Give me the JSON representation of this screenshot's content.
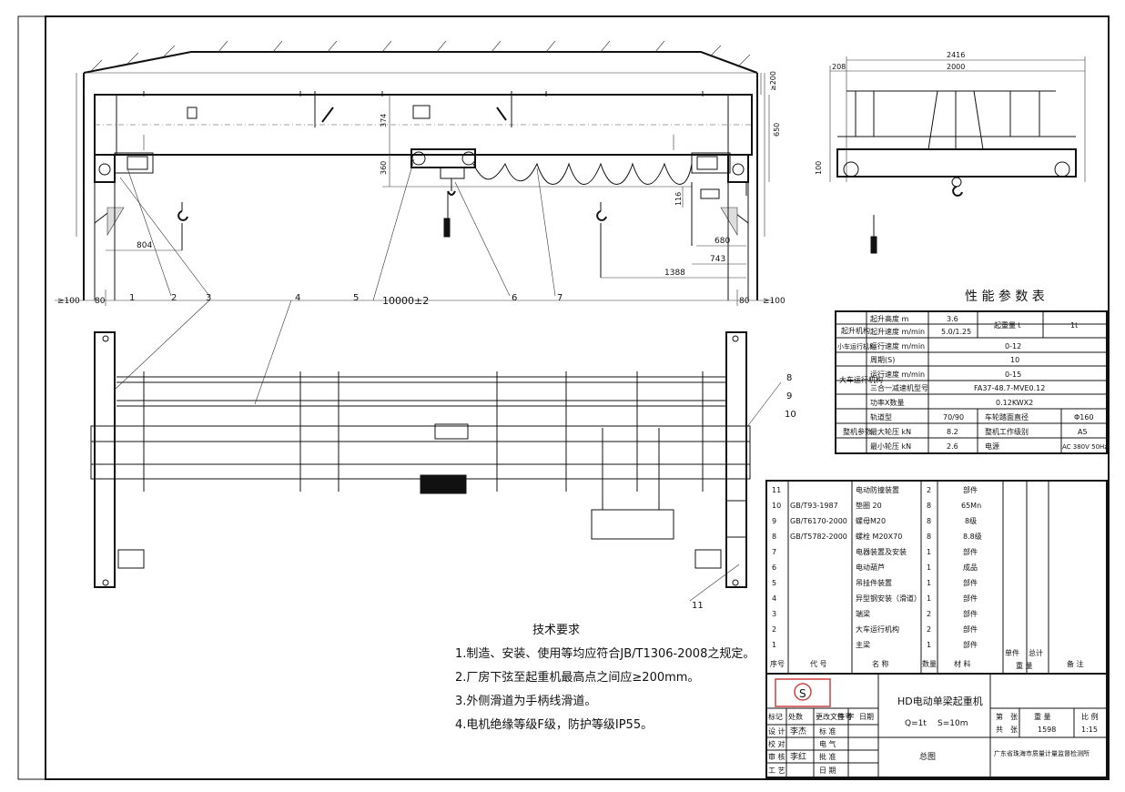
{
  "drawing": {
    "title": "HD电动单梁起重机",
    "params_line": "Q=1t",
    "span_line": "S=10m",
    "drawing_type": "总图",
    "organization": "广东省珠海市质量计量监督检测所",
    "sheet_label_1": "第",
    "sheet_label_2": "张",
    "weight_label": "重 量",
    "scale_label": "比 例",
    "total_label": "共",
    "total_unit": "张",
    "weight_value": "1598",
    "scale_value": "1:15",
    "stamp_text": "S",
    "signature_design": "李杰",
    "signature_review": "李红"
  },
  "dims": {
    "span": "10000±2",
    "left_clear": "≥100",
    "right_clear": "≥100",
    "left_80": "80",
    "right_80": "80",
    "d804": "804",
    "d680": "680",
    "d743": "743",
    "d1388": "1388",
    "d116": "116",
    "d374": "374",
    "d360": "360",
    "d650": "650",
    "d200": "≥200",
    "side_2416": "2416",
    "side_2000": "2000",
    "side_208": "208",
    "side_100": "100"
  },
  "callouts": [
    "1",
    "2",
    "3",
    "4",
    "5",
    "6",
    "7",
    "8",
    "9",
    "10",
    "11"
  ],
  "perf_table": {
    "title": "性 能 参 数 表",
    "rows": [
      {
        "group": "起升机构",
        "item": "起升高度 m",
        "value": "3.6",
        "k2": "起重量 t",
        "v2": "1t"
      },
      {
        "group": "",
        "item": "起升速度 m/min",
        "value": "5.0/1.25",
        "k2": "",
        "v2": ""
      },
      {
        "group": "小车运行机构",
        "item": "运行速度 m/min",
        "value": "0-12",
        "k2": "",
        "v2": ""
      },
      {
        "group": "大车运行机构",
        "item": "周期(S)",
        "value": "10",
        "k2": "",
        "v2": ""
      },
      {
        "group": "",
        "item": "运行速度 m/min",
        "value": "0-15",
        "k2": "",
        "v2": ""
      },
      {
        "group": "",
        "item": "三合一减速机型号",
        "value": "FA37-48.7-MVE0.12",
        "k2": "",
        "v2": ""
      },
      {
        "group": "",
        "item": "功率X数量",
        "value": "0.12KWX2",
        "k2": "",
        "v2": ""
      },
      {
        "group": "整机参数",
        "item": "轨道型",
        "value": "70/90",
        "k2": "车轮踏面直径",
        "v2": "Φ160"
      },
      {
        "group": "",
        "item": "最大轮压 kN",
        "value": "8.2",
        "k2": "整机工作级别",
        "v2": "A5"
      },
      {
        "group": "",
        "item": "最小轮压 kN",
        "value": "2.6",
        "k2": "电源",
        "v2": "AC 380V 50Hz"
      }
    ]
  },
  "parts": {
    "header": {
      "no": "序号",
      "code": "代 号",
      "name": "名 称",
      "qty": "数量",
      "material": "材 料",
      "unit_weight": "单件",
      "total_weight": "总计",
      "weight": "重 量",
      "remark": "备 注"
    },
    "rows": [
      {
        "no": "11",
        "code": "",
        "name": "电动防撞装置",
        "qty": "2",
        "material": "部件"
      },
      {
        "no": "10",
        "code": "GB/T93-1987",
        "name": "垫圈 20",
        "qty": "8",
        "material": "65Mn"
      },
      {
        "no": "9",
        "code": "GB/T6170-2000",
        "name": "螺母M20",
        "qty": "8",
        "material": "8级"
      },
      {
        "no": "8",
        "code": "GB/T5782-2000",
        "name": "螺栓 M20X70",
        "qty": "8",
        "material": "8.8级"
      },
      {
        "no": "7",
        "code": "",
        "name": "电器装置及安装",
        "qty": "1",
        "material": "部件"
      },
      {
        "no": "6",
        "code": "",
        "name": "电动葫芦",
        "qty": "1",
        "material": "成品"
      },
      {
        "no": "5",
        "code": "",
        "name": "吊挂件装置",
        "qty": "1",
        "material": "部件"
      },
      {
        "no": "4",
        "code": "",
        "name": "异型钢安装（滑道）",
        "qty": "1",
        "material": "部件"
      },
      {
        "no": "3",
        "code": "",
        "name": "端梁",
        "qty": "2",
        "material": "部件"
      },
      {
        "no": "2",
        "code": "",
        "name": "大车运行机构",
        "qty": "2",
        "material": "部件"
      },
      {
        "no": "1",
        "code": "",
        "name": "主梁",
        "qty": "1",
        "material": "部件"
      }
    ]
  },
  "title_block": {
    "labels": [
      "标记",
      "处数",
      "更改文件号",
      "签 字",
      "日期"
    ],
    "roles": [
      {
        "role": "设 计",
        "r2": "标 准"
      },
      {
        "role": "校 对",
        "r2": "电 气"
      },
      {
        "role": "审 核",
        "r2": "批 准"
      },
      {
        "role": "工 艺",
        "r2": "日 期"
      }
    ]
  },
  "tech_req": {
    "title": "技术要求",
    "items": [
      "1.制造、安装、使用等均应符合JB/T1306-2008之规定。",
      "2.厂房下弦至起重机最高点之间应≥200mm。",
      "3.外侧滑道为手柄线滑道。",
      "4.电机绝缘等级F级，防护等级IP55。"
    ]
  }
}
